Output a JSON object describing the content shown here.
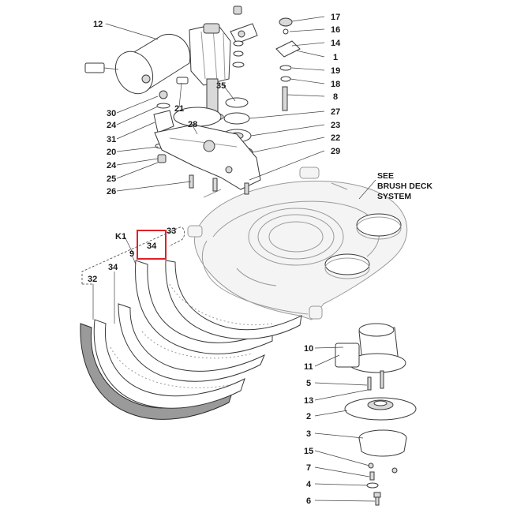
{
  "callouts": {
    "c12": "12",
    "c17": "17",
    "c16": "16",
    "c14": "14",
    "c1": "1",
    "c19": "19",
    "c18": "18",
    "c35": "35",
    "c8": "8",
    "c30": "30",
    "c21": "21",
    "c27": "27",
    "c24a": "24",
    "c28": "28",
    "c23": "23",
    "c31": "31",
    "c22": "22",
    "c20": "20",
    "c29": "29",
    "c24b": "24",
    "c25": "25",
    "c26": "26",
    "c33": "33",
    "cK1": "K1",
    "c34a": "34",
    "c9": "9",
    "c32": "32",
    "c34b": "34",
    "c10": "10",
    "c11": "11",
    "c5": "5",
    "c13": "13",
    "c2": "2",
    "c3": "3",
    "c15": "15",
    "c7": "7",
    "c4": "4",
    "c6": "6"
  },
  "note": {
    "line1": "SEE",
    "line2": "BRUSH DECK",
    "line3": "SYSTEM"
  },
  "highlight": {
    "label": "34",
    "color": "#e0202a"
  }
}
